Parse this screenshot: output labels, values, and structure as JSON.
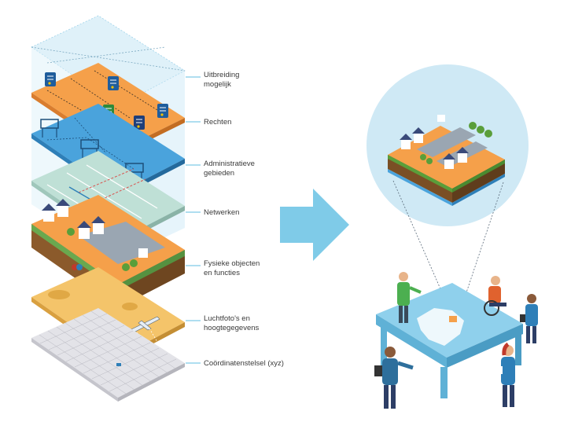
{
  "layers": [
    {
      "label": "Uitbreiding\nmogelijk"
    },
    {
      "label": "Rechten"
    },
    {
      "label": "Administratieve\ngebieden"
    },
    {
      "label": "Netwerken"
    },
    {
      "label": "Fysieke objecten\nen functies"
    },
    {
      "label": "Luchtfoto's en\nhoogtegegevens"
    },
    {
      "label": "Coördinatenstelsel (xyz)"
    }
  ],
  "colors": {
    "sky_blue": "#7fcbe8",
    "light_blue": "#cfe9f5",
    "orange": "#f5a04a",
    "green_layer": "#bfe0d6",
    "sand": "#f4c46a",
    "grid": "#d9d9dd",
    "text": "#3a3a3a"
  }
}
